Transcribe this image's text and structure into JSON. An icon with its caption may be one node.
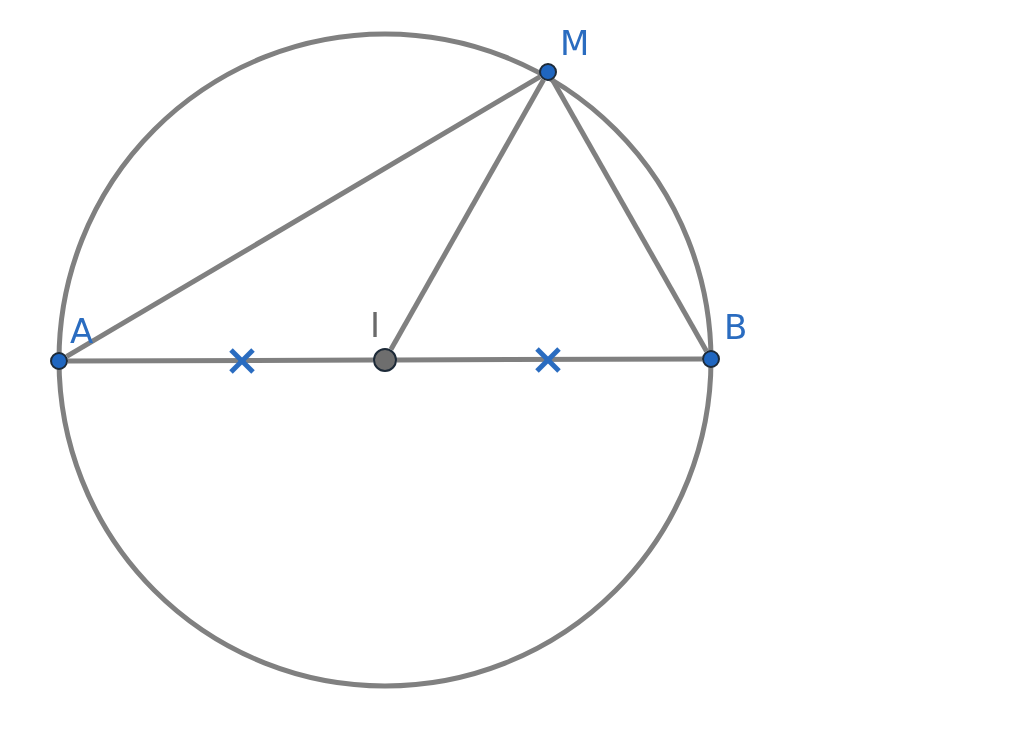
{
  "diagram": {
    "nodes": [
      {
        "text": [],
        "shape": "circle",
        "beside": [
          "A"
        ]
      },
      {
        "text": [],
        "shape": "circle",
        "beside": [
          "M"
        ]
      },
      {
        "text": [],
        "shape": "circle",
        "beside": [
          "B"
        ]
      },
      {
        "text": [],
        "shape": "circle",
        "beside": [
          "I"
        ]
      }
    ],
    "edges": [
      {
        "from": 0,
        "to": 1,
        "arrow": "none"
      },
      {
        "from": 1,
        "to": 2,
        "arrow": "none"
      },
      {
        "from": 1,
        "to": 3,
        "arrow": "none"
      },
      {
        "from": 0,
        "to": 3,
        "arrow": "none"
      },
      {
        "from": 3,
        "to": 2,
        "arrow": "none"
      }
    ]
  }
}
